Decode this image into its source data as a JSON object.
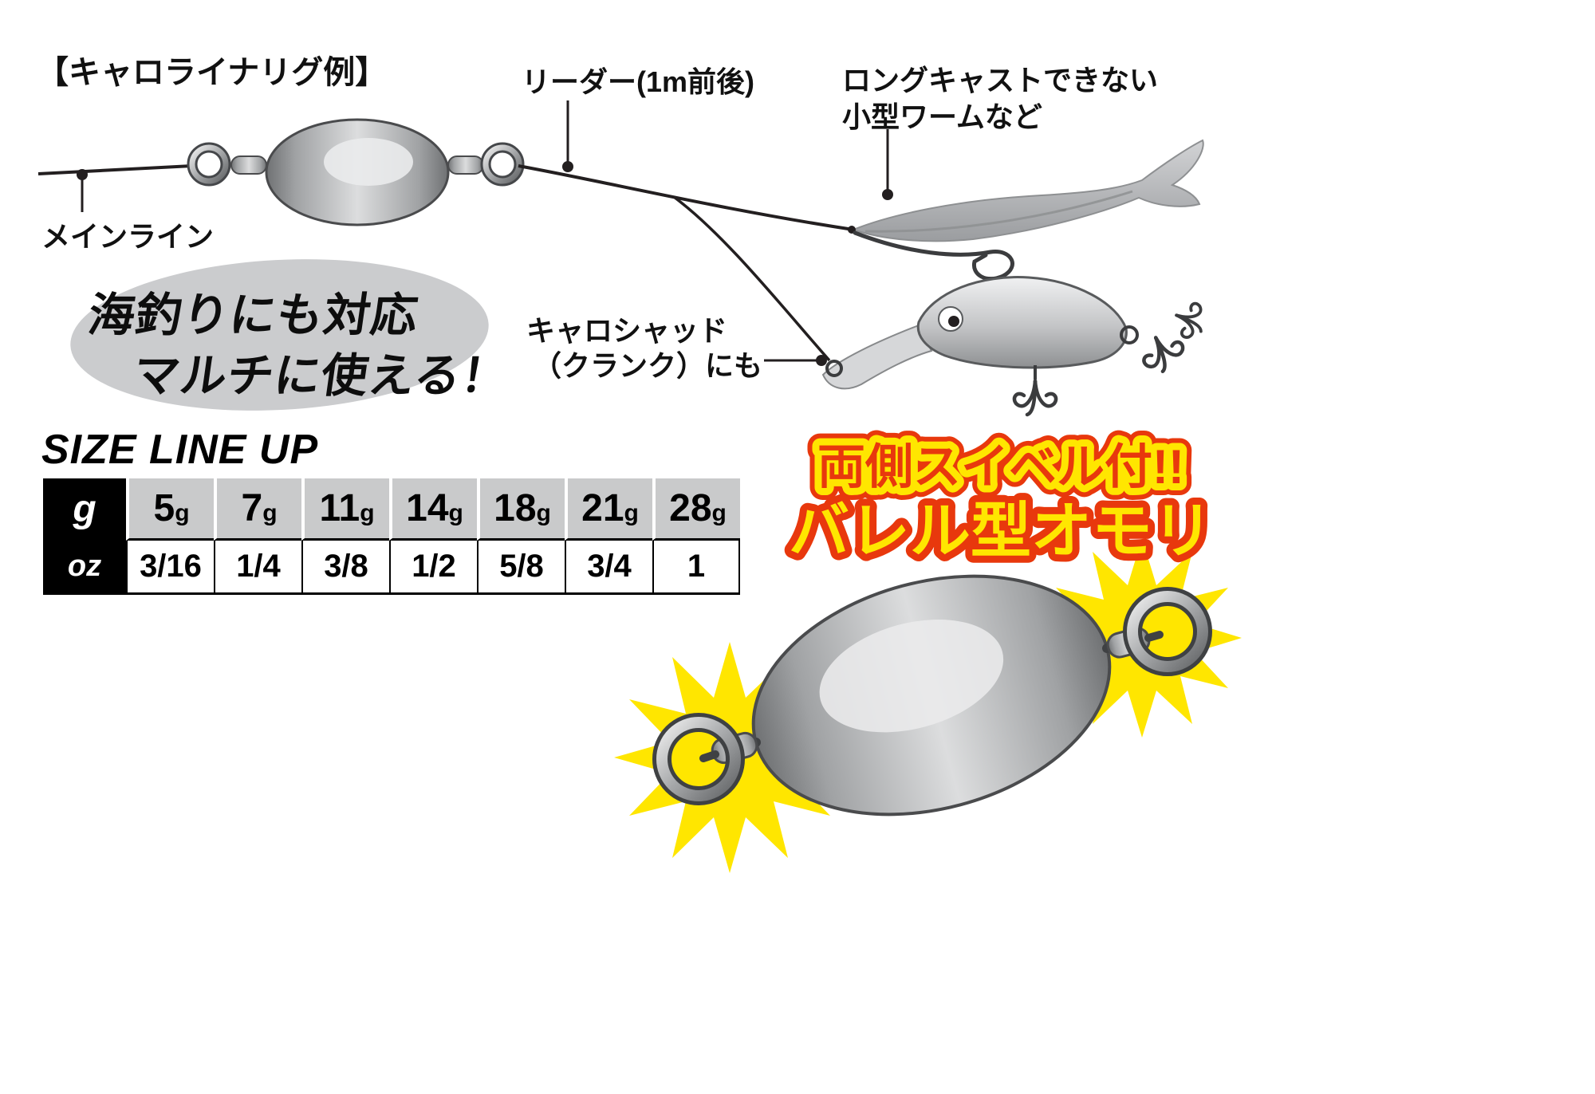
{
  "rig": {
    "title": "【キャロライナリグ例】",
    "main_line_label": "メインライン",
    "leader_label": "リーダー(1m前後)",
    "worm_note_line1": "ロングキャストできない",
    "worm_note_line2": "小型ワームなど",
    "shad_note_line1": "キャロシャッド",
    "shad_note_line2": "（クランク）にも"
  },
  "bubble": {
    "line1": "海釣りにも対応",
    "line2": "マルチに使える！"
  },
  "size_table": {
    "heading": "SIZE LINE UP",
    "g_header": "g",
    "oz_header": "oz",
    "gram_unit": "g",
    "grams": [
      "5",
      "7",
      "11",
      "14",
      "18",
      "21",
      "28"
    ],
    "ounces": [
      "3/16",
      "1/4",
      "3/8",
      "1/2",
      "5/8",
      "3/4",
      "1"
    ]
  },
  "promo": {
    "line1": "両側スイベル付!!",
    "line2": "バレル型オモリ"
  },
  "colors": {
    "promo_red": "#e8380d",
    "promo_yellow": "#ffe600",
    "table_gray": "#c9cacb",
    "line_black": "#231f20"
  }
}
